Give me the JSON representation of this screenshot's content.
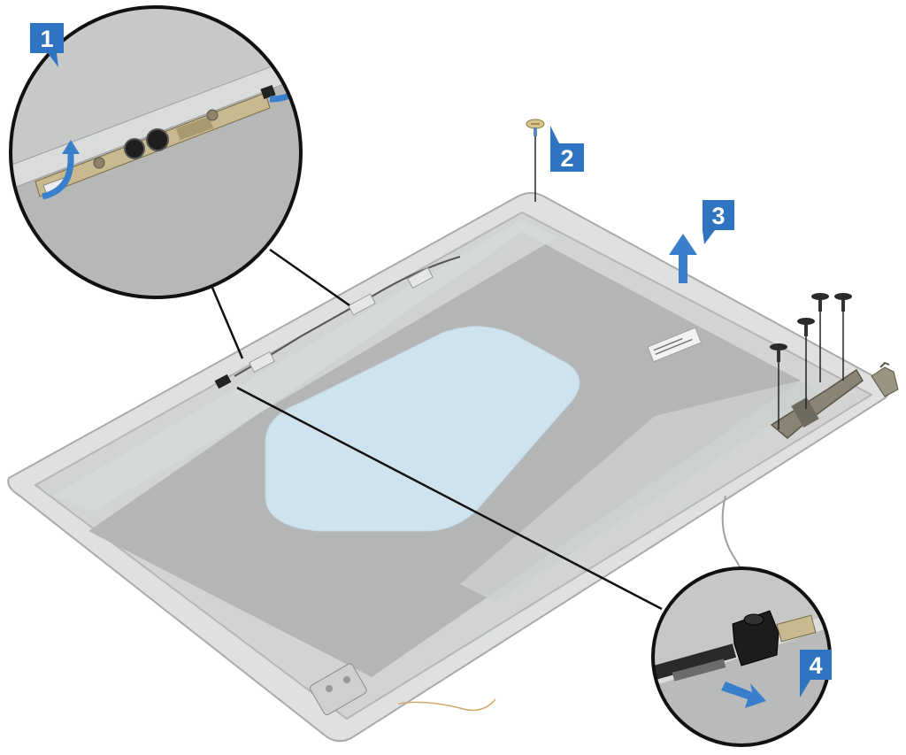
{
  "steps": [
    {
      "number": "1",
      "color": "#2f74c0"
    },
    {
      "number": "2",
      "color": "#2f74c0"
    },
    {
      "number": "3",
      "color": "#2f74c0"
    },
    {
      "number": "4",
      "color": "#2f74c0"
    }
  ],
  "colors": {
    "background": "#ffffff",
    "cover_frame": "#d6d8d8",
    "cover_panel": "#b5b7b7",
    "foil_pad": "#cfe3ef",
    "callout_border": "#111111",
    "arrow": "#3a7fcb",
    "hinge_metal": "#8a8474",
    "screw_head": "#2a2a2a"
  },
  "icons": {
    "step_badge": "numbered-square-badge",
    "lift_arrow": "curved-up-arrow",
    "screw": "screw-icon",
    "hinge": "hinge-icon",
    "camera_module": "camera-module-icon"
  }
}
